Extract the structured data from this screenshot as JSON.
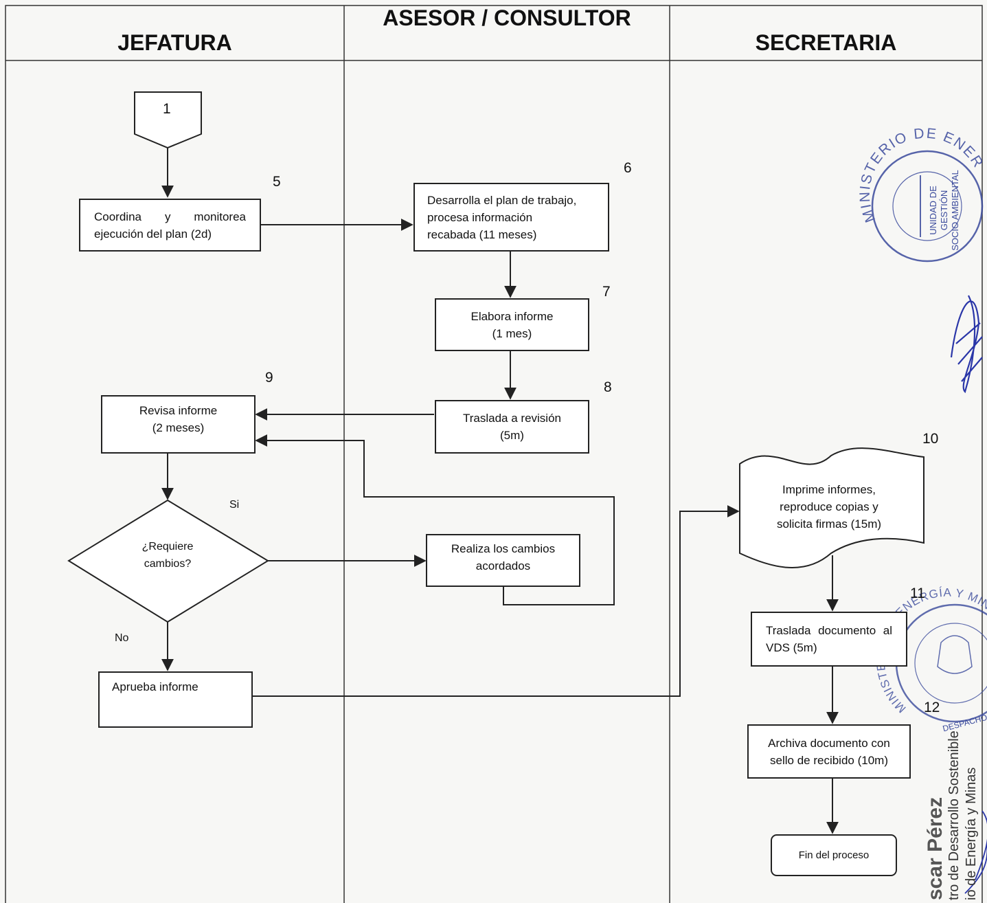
{
  "lanes": {
    "jefatura": "JEFATURA",
    "asesor": "ASESOR / CONSULTOR",
    "secretaria": "SECRETARIA"
  },
  "steps": {
    "connector": "1",
    "coordina": "Coordina y monitorea ejecución del plan (2d)",
    "desarrolla": "Desarrolla el plan de trabajo,\nprocesa información\nrecabada (11 meses)",
    "elabora": "Elabora informe\n(1 mes)",
    "traslada_revision": "Traslada a revisión\n(5m)",
    "revisa": "Revisa informe\n(2 meses)",
    "decision": "¿Requiere\ncambios?",
    "realiza": "Realiza los cambios\nacordados",
    "aprueba": "Aprueba informe",
    "imprime": "Imprime informes,\nreproduce copias y\nsolicita firmas (15m)",
    "traslada_vds": "Traslada documento al VDS (5m)",
    "archiva": "Archiva documento con\nsello de recibido (10m)",
    "fin": "Fin del proceso"
  },
  "numbers": {
    "n5": "5",
    "n6": "6",
    "n7": "7",
    "n8": "8",
    "n9": "9",
    "n10": "10",
    "n11": "11",
    "n12": "12"
  },
  "branch_labels": {
    "yes": "Si",
    "no": "No"
  },
  "stamps": {
    "top_outer": "MINISTERIO DE ENERGÍA Y MINAS",
    "top_inner": "UNIDAD DE\nGESTIÓN\nSOCIO AMBIENTAL",
    "bottom_outer": "MINISTERIO DE ENERGÍA Y MINAS · DESARROLLO SOSTENIBLE",
    "bottom_inner": "DESPACHO"
  },
  "signature_block": {
    "name": "scar Pérez",
    "line1": "tro de Desarrollo Sostenible",
    "line2": "io de Energía y Minas"
  },
  "colors": {
    "stamp_blue": "#3a4a9c",
    "ink": "#222222",
    "signature_blue": "#2a36a8"
  }
}
